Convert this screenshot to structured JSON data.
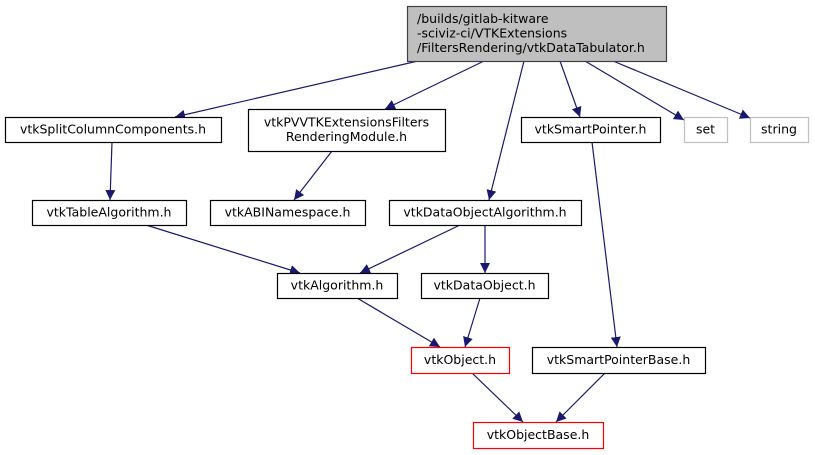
{
  "title": "Include dependency graph for vtkDataTabulator.h",
  "colors": {
    "edge": "#191970",
    "root_fill": "#bfbfbf",
    "node_border": "#000000",
    "truncated_border": "#ff0000",
    "external_border": "#bfbfbf"
  },
  "nodes": [
    {
      "id": "root",
      "kind": "root",
      "lines": [
        "/builds/gitlab-kitware",
        "-sciviz-ci/VTKExtensions",
        "/FiltersRendering/vtkDataTabulator.h"
      ]
    },
    {
      "id": "vtkSplitColumnComponents",
      "kind": "normal",
      "lines": [
        "vtkSplitColumnComponents.h"
      ]
    },
    {
      "id": "vtkPVVTKExtensionsFiltersRenderingModule",
      "kind": "normal",
      "lines": [
        "vtkPVVTKExtensionsFilters",
        "RenderingModule.h"
      ]
    },
    {
      "id": "vtkSmartPointer",
      "kind": "normal",
      "lines": [
        "vtkSmartPointer.h"
      ]
    },
    {
      "id": "set",
      "kind": "external",
      "lines": [
        "set"
      ]
    },
    {
      "id": "string",
      "kind": "external",
      "lines": [
        "string"
      ]
    },
    {
      "id": "vtkTableAlgorithm",
      "kind": "normal",
      "lines": [
        "vtkTableAlgorithm.h"
      ]
    },
    {
      "id": "vtkABINamespace",
      "kind": "normal",
      "lines": [
        "vtkABINamespace.h"
      ]
    },
    {
      "id": "vtkDataObjectAlgorithm",
      "kind": "normal",
      "lines": [
        "vtkDataObjectAlgorithm.h"
      ]
    },
    {
      "id": "vtkAlgorithm",
      "kind": "normal",
      "lines": [
        "vtkAlgorithm.h"
      ]
    },
    {
      "id": "vtkDataObject",
      "kind": "normal",
      "lines": [
        "vtkDataObject.h"
      ]
    },
    {
      "id": "vtkObject",
      "kind": "truncated",
      "lines": [
        "vtkObject.h"
      ]
    },
    {
      "id": "vtkSmartPointerBase",
      "kind": "normal",
      "lines": [
        "vtkSmartPointerBase.h"
      ]
    },
    {
      "id": "vtkObjectBase",
      "kind": "truncated",
      "lines": [
        "vtkObjectBase.h"
      ]
    }
  ],
  "edges": [
    {
      "from": "root",
      "to": "vtkSplitColumnComponents"
    },
    {
      "from": "root",
      "to": "vtkPVVTKExtensionsFiltersRenderingModule"
    },
    {
      "from": "root",
      "to": "vtkDataObjectAlgorithm"
    },
    {
      "from": "root",
      "to": "vtkSmartPointer"
    },
    {
      "from": "root",
      "to": "set"
    },
    {
      "from": "root",
      "to": "string"
    },
    {
      "from": "vtkSplitColumnComponents",
      "to": "vtkTableAlgorithm"
    },
    {
      "from": "vtkPVVTKExtensionsFiltersRenderingModule",
      "to": "vtkABINamespace"
    },
    {
      "from": "vtkTableAlgorithm",
      "to": "vtkAlgorithm"
    },
    {
      "from": "vtkDataObjectAlgorithm",
      "to": "vtkAlgorithm"
    },
    {
      "from": "vtkDataObjectAlgorithm",
      "to": "vtkDataObject"
    },
    {
      "from": "vtkAlgorithm",
      "to": "vtkObject"
    },
    {
      "from": "vtkDataObject",
      "to": "vtkObject"
    },
    {
      "from": "vtkSmartPointer",
      "to": "vtkSmartPointerBase"
    },
    {
      "from": "vtkObject",
      "to": "vtkObjectBase"
    },
    {
      "from": "vtkSmartPointerBase",
      "to": "vtkObjectBase"
    }
  ]
}
